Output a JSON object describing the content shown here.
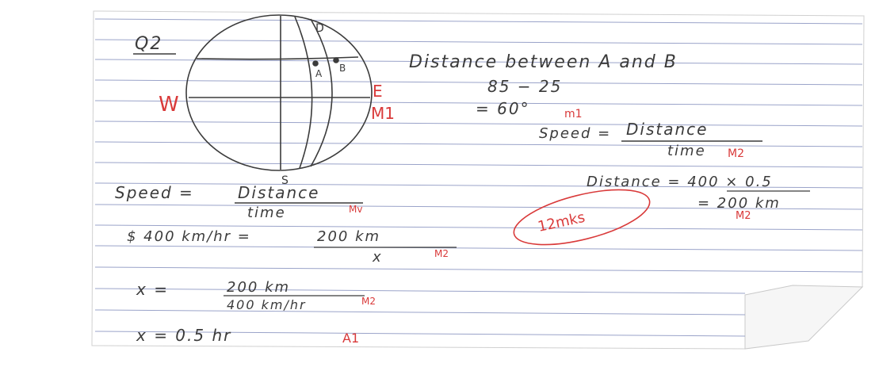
{
  "question_label": "Q2",
  "diagram": {
    "points": {
      "A": "A",
      "B": "B",
      "D": "D",
      "E": "E",
      "S": "S",
      "W": "W"
    }
  },
  "right_column": {
    "heading": "Distance between A and B",
    "subtraction": "85 − 25",
    "equals_60": "= 60°",
    "mark_m1_a": "m1",
    "mark_m1_b": "M1",
    "speed_label": "Speed =",
    "speed_numerator": "Distance",
    "speed_denominator": "time",
    "mark_m2_a": "M2",
    "distance_line": "Distance = 400 × 0.5",
    "distance_result": "= 200 km",
    "mark_m2_b": "M2"
  },
  "left_column": {
    "speed_label": "Speed =",
    "speed_numerator": "Distance",
    "speed_denominator": "time",
    "mark_m_a": "Mv",
    "line2_left": "$ 400 km/hr =",
    "line2_num": "200 km",
    "line2_den": "x",
    "mark_m2": "M2",
    "line3_left": "x =",
    "line3_num": "200 km",
    "line3_den": "400 km/hr",
    "mark_m2_c": "M2",
    "line4": "x = 0.5 hr",
    "mark_a1": "A1"
  },
  "score_note": "12mks",
  "colors": {
    "paper": "#ffffff",
    "ruled_line": "#9aa3c9",
    "pencil": "#3b3b3b",
    "red_pen": "#d93a3a"
  }
}
